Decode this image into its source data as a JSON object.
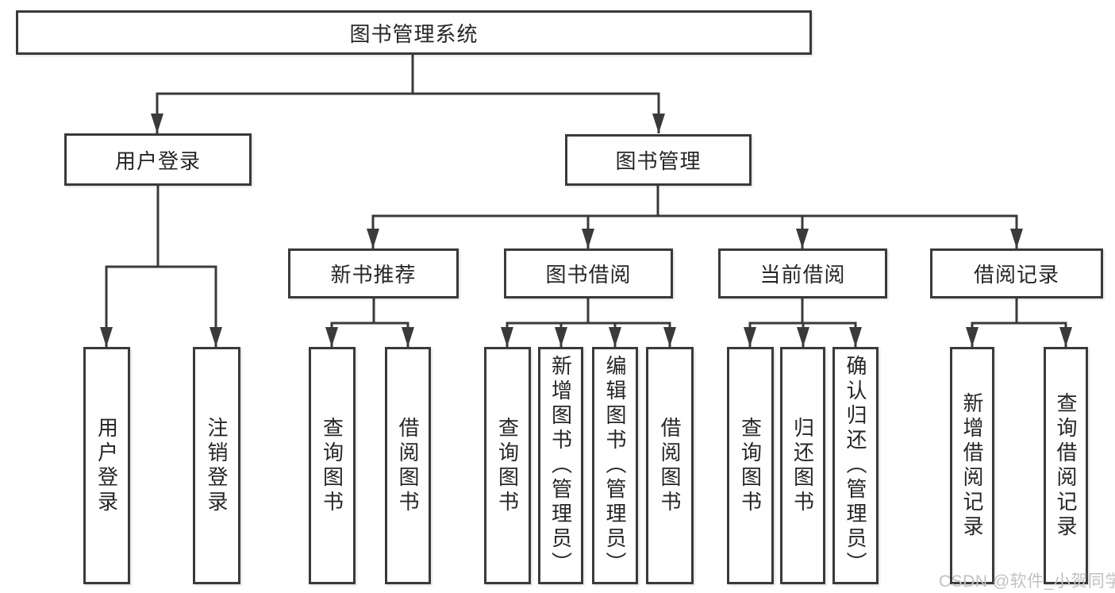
{
  "tree": {
    "label": "图书管理系统",
    "children": [
      {
        "label": "用户登录",
        "children": [
          {
            "label": "用户登录"
          },
          {
            "label": "注销登录"
          }
        ]
      },
      {
        "label": "图书管理",
        "children": [
          {
            "label": "新书推荐",
            "children": [
              {
                "label": "查询图书"
              },
              {
                "label": "借阅图书"
              }
            ]
          },
          {
            "label": "图书借阅",
            "children": [
              {
                "label": "查询图书"
              },
              {
                "label": "新增图书（管理员）"
              },
              {
                "label": "编辑图书（管理员）"
              },
              {
                "label": "借阅图书"
              }
            ]
          },
          {
            "label": "当前借阅",
            "children": [
              {
                "label": "查询图书"
              },
              {
                "label": "归还图书"
              },
              {
                "label": "确认归还（管理员）"
              }
            ]
          },
          {
            "label": "借阅记录",
            "children": [
              {
                "label": "新增借阅记录"
              },
              {
                "label": "查询借阅记录"
              }
            ]
          }
        ]
      }
    ]
  },
  "watermark": {
    "text": "CSDN @软件_小贺同学"
  },
  "colors": {
    "line": "#3a3a3a",
    "box_border": "#3a3a3a",
    "text": "#262626",
    "watermark_text": "#c3c1c1",
    "background": "#ffffff"
  }
}
